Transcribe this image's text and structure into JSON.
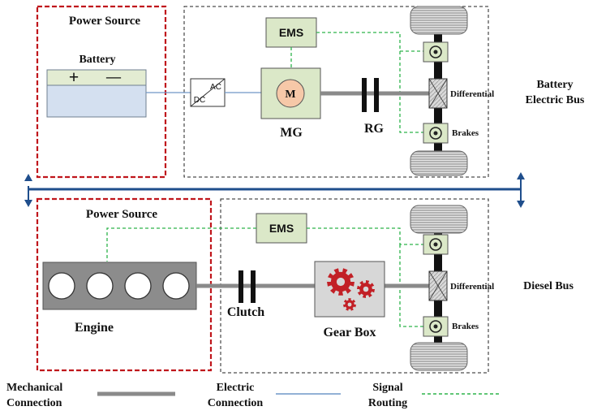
{
  "battery_bus": {
    "power_source_label": "Power Source",
    "battery_label": "Battery",
    "battery_plus": "+",
    "battery_minus": "—",
    "converter_ac": "AC",
    "converter_dc": "DC",
    "motor_symbol": "M",
    "motor_label": "MG",
    "ems_label": "EMS",
    "reduction_gear_label": "RG",
    "differential_label": "Differential",
    "brakes_label": "Brakes",
    "bus_label_line1": "Battery",
    "bus_label_line2": "Electric Bus"
  },
  "diesel_bus": {
    "power_source_label": "Power Source",
    "engine_label": "Engine",
    "clutch_label": "Clutch",
    "gearbox_label": "Gear Box",
    "ems_label": "EMS",
    "differential_label": "Differential",
    "brakes_label": "Brakes",
    "bus_label": "Diesel Bus"
  },
  "legend": {
    "mechanical_line1": "Mechanical",
    "mechanical_line2": "Connection",
    "electric_line1": "Electric",
    "electric_line2": "Connection",
    "signal_line1": "Signal",
    "signal_line2": "Routing"
  },
  "colors": {
    "power_source_border": "#c0161c",
    "block_fill": "#dbe8c8",
    "shaft": "#8a8a8a",
    "electric": "#6f97c8",
    "signal": "#2db34a",
    "divider": "#1f4e8c",
    "gear": "#c22026",
    "battery_fill": "#d4e0f0",
    "battery_top": "#e3ecd2",
    "motor_fill": "#f6c8a8"
  }
}
